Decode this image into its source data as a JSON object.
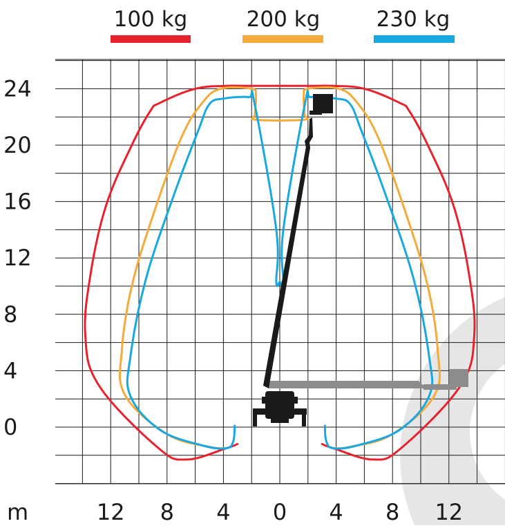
{
  "chart_data": {
    "type": "line",
    "title": "",
    "xlabel": "",
    "ylabel": "",
    "x_unit_label": "m",
    "xlim": [
      -16,
      16
    ],
    "ylim": [
      -4,
      26
    ],
    "grid": true,
    "x_tick_labels": [
      {
        "value": -12,
        "label": "12"
      },
      {
        "value": -8,
        "label": "8"
      },
      {
        "value": -4,
        "label": "4"
      },
      {
        "value": 0,
        "label": "0"
      },
      {
        "value": 4,
        "label": "4"
      },
      {
        "value": 8,
        "label": "8"
      },
      {
        "value": 12,
        "label": "12"
      }
    ],
    "y_tick_labels": [
      {
        "value": 0,
        "label": "0"
      },
      {
        "value": 4,
        "label": "4"
      },
      {
        "value": 8,
        "label": "8"
      },
      {
        "value": 12,
        "label": "12"
      },
      {
        "value": 16,
        "label": "16"
      },
      {
        "value": 20,
        "label": "20"
      },
      {
        "value": 24,
        "label": "24"
      }
    ],
    "legend_position": "top",
    "series": [
      {
        "name": "100 kg",
        "color": "#e8222d",
        "x": [
          -3.0,
          -3.8,
          -6.6,
          -8.6,
          -12.8,
          -13.8,
          -13.4,
          -12.3,
          -10.5,
          -9.2,
          -8.5,
          -6.0,
          -3.8,
          -2.0,
          2.0,
          3.8,
          6.0,
          8.5,
          9.2,
          10.5,
          12.3,
          13.4,
          13.8,
          12.8,
          8.6,
          6.6,
          3.8,
          3.0
        ],
        "y": [
          -1.2,
          -1.5,
          -2.3,
          -1.5,
          2.9,
          6.5,
          11.0,
          15.8,
          20.0,
          22.4,
          23.0,
          24.0,
          24.2,
          24.2,
          24.2,
          24.2,
          24.0,
          23.0,
          22.4,
          20.0,
          15.8,
          11.0,
          6.5,
          2.9,
          -1.5,
          -2.3,
          -1.5,
          -1.2
        ]
      },
      {
        "name": "200 kg",
        "color": "#f7a93a",
        "x": [
          -3.8,
          -5.0,
          -8.0,
          -11.0,
          -11.2,
          -10.5,
          -9.0,
          -7.0,
          -5.5,
          -4.2,
          -2.0,
          -1.7,
          -1.75,
          -1.7,
          1.7,
          1.75,
          1.7,
          2.0,
          4.2,
          5.5,
          7.0,
          9.0,
          10.5,
          11.2,
          11.0,
          8.0,
          5.0,
          3.8
        ],
        "y": [
          -1.5,
          -1.4,
          -0.5,
          2.3,
          5.5,
          10.0,
          15.0,
          20.5,
          23.0,
          24.0,
          24.0,
          23.5,
          22.2,
          21.8,
          21.8,
          22.2,
          23.5,
          24.0,
          24.0,
          23.0,
          20.5,
          15.0,
          10.0,
          5.5,
          2.3,
          -0.5,
          -1.4,
          -1.5
        ]
      },
      {
        "name": "230 kg",
        "color": "#17a8e2",
        "x": [
          -3.2,
          -3.3,
          -3.8,
          -5.5,
          -8.5,
          -10.6,
          -10.6,
          -9.5,
          -7.5,
          -5.8,
          -5.0,
          -4.0,
          -2.2,
          -1.8,
          -0.25,
          -0.25,
          0.0,
          0.25,
          0.25,
          1.8,
          2.2,
          4.0,
          5.0,
          5.8,
          7.5,
          9.5,
          10.6,
          10.6,
          8.5,
          5.5,
          3.8,
          3.3,
          3.2
        ],
        "y": [
          0.1,
          -1.0,
          -1.5,
          -1.3,
          -0.2,
          2.2,
          5.0,
          10.5,
          16.5,
          21.0,
          22.9,
          23.3,
          23.4,
          23.0,
          14.0,
          10.3,
          10.3,
          10.3,
          14.0,
          23.0,
          23.4,
          23.3,
          22.9,
          21.0,
          16.5,
          10.5,
          5.0,
          2.2,
          -0.2,
          -1.3,
          -1.5,
          -1.0,
          0.1
        ]
      }
    ]
  }
}
